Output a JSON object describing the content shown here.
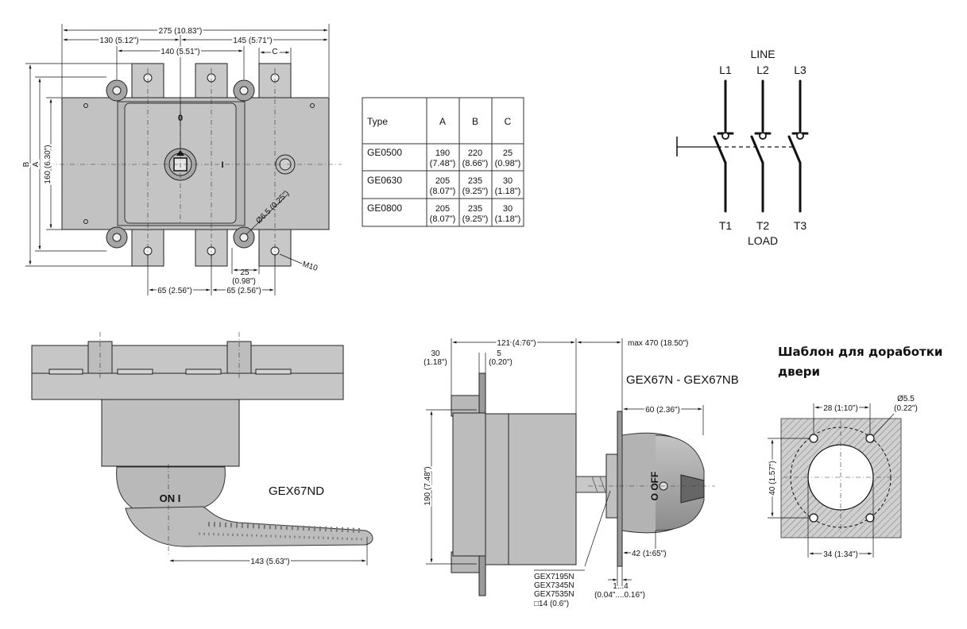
{
  "front_view": {
    "dims": {
      "overall_width": "275 (10.83\")",
      "left_part": "130 (5.12\")",
      "right_part": "145 (5.71\")",
      "pole_pitch": "140 (5.51\")",
      "c": "C",
      "height_b": "B",
      "height_a": "A",
      "height_160": "160 (6.30\")",
      "hole": "Ø6.5 (0.25\")",
      "gap_25": "25",
      "gap_25_in": "(0.98\")",
      "pitch_65_left": "65 (2.56\")",
      "pitch_65_right": "65 (2.56\")",
      "thread": "M10"
    },
    "pos_off": "0",
    "pos_on": "I"
  },
  "table": {
    "headers": [
      "Type",
      "A",
      "B",
      "C"
    ],
    "rows": [
      {
        "type": "GE0500",
        "a": "190",
        "a_in": "(7.48\")",
        "b": "220",
        "b_in": "(8.66\")",
        "c": "25",
        "c_in": "(0.98\")"
      },
      {
        "type": "GE0630",
        "a": "205",
        "a_in": "(8.07\")",
        "b": "235",
        "b_in": "(9.25\")",
        "c": "30",
        "c_in": "(1.18\")"
      },
      {
        "type": "GE0800",
        "a": "205",
        "a_in": "(8.07\")",
        "b": "235",
        "b_in": "(9.25\")",
        "c": "30",
        "c_in": "(1.18\")"
      }
    ]
  },
  "schematic": {
    "line": "LINE",
    "load": "LOAD",
    "top_labels": [
      "L1",
      "L2",
      "L3"
    ],
    "bottom_labels": [
      "T1",
      "T2",
      "T3"
    ]
  },
  "side_view": {
    "model": "GEX67ND",
    "handle_text": "ON I",
    "dim_143": "143 (5.63\")"
  },
  "handle_view": {
    "model": "GEX67N - GEX67NB",
    "dim_30": "30",
    "dim_30_in": "(1.18\")",
    "dim_5": "5",
    "dim_5_in": "(0.20\")",
    "dim_121": "121 (4.76\")",
    "dim_max": "max 470 (18.50\")",
    "dim_60": "60 (2.36\")",
    "dim_190": "190 (7.48\")",
    "dim_42": "42 (1.65\")",
    "dim_range": "1...4",
    "dim_range_in": "(0.04\"....0.16\")",
    "shafts": [
      "GEX7195N",
      "GEX7345N",
      "GEX7535N"
    ],
    "square": "□14 (0.6\")",
    "off_text": "O OFF"
  },
  "template": {
    "title_line1": "Шаблон для доработки",
    "title_line2": "двери",
    "dim_28": "28 (1.10\")",
    "dim_d55": "Ø5.5",
    "dim_d55_in": "(0.22\")",
    "dim_40": "40 (1.57\")",
    "dim_34": "34 (1.34\")"
  }
}
